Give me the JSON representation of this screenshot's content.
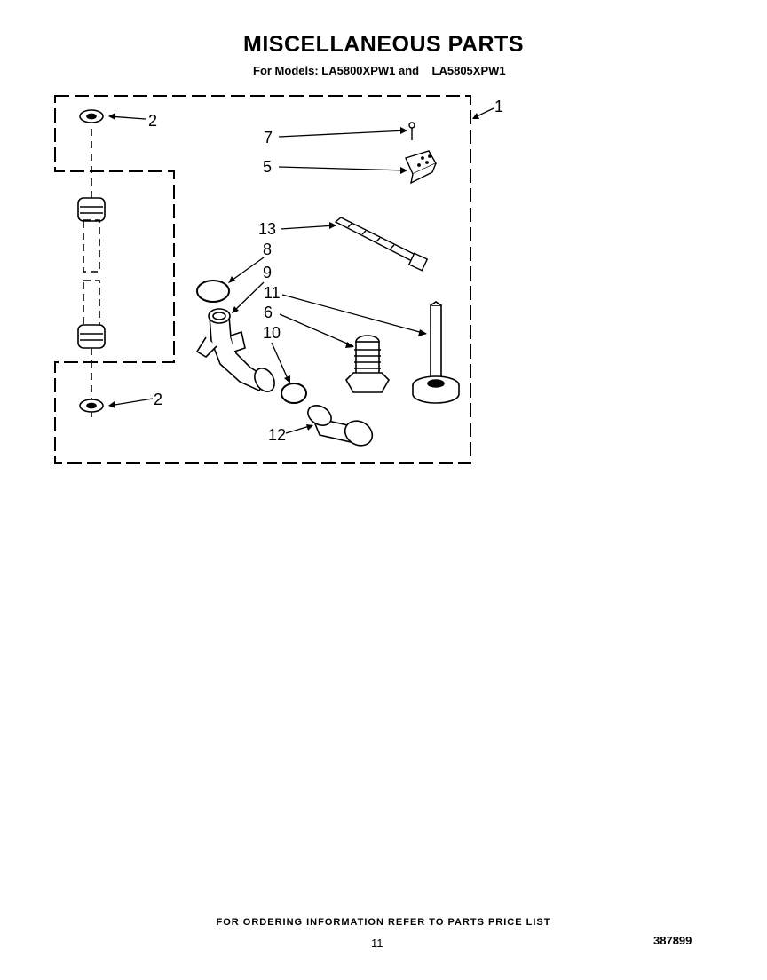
{
  "header": {
    "title": "MISCELLANEOUS PARTS",
    "subtitle": "For Models: LA5800XPW1 and    LA5805XPW1"
  },
  "callouts": {
    "c1": "1",
    "c2a": "2",
    "c2b": "2",
    "c5": "5",
    "c6": "6",
    "c7": "7",
    "c8": "8",
    "c9": "9",
    "c10": "10",
    "c11": "11",
    "c12": "12",
    "c13": "13"
  },
  "footer": {
    "ordering_note": "FOR ORDERING INFORMATION REFER TO PARTS PRICE LIST",
    "page_number": "11",
    "doc_number": "387899"
  }
}
